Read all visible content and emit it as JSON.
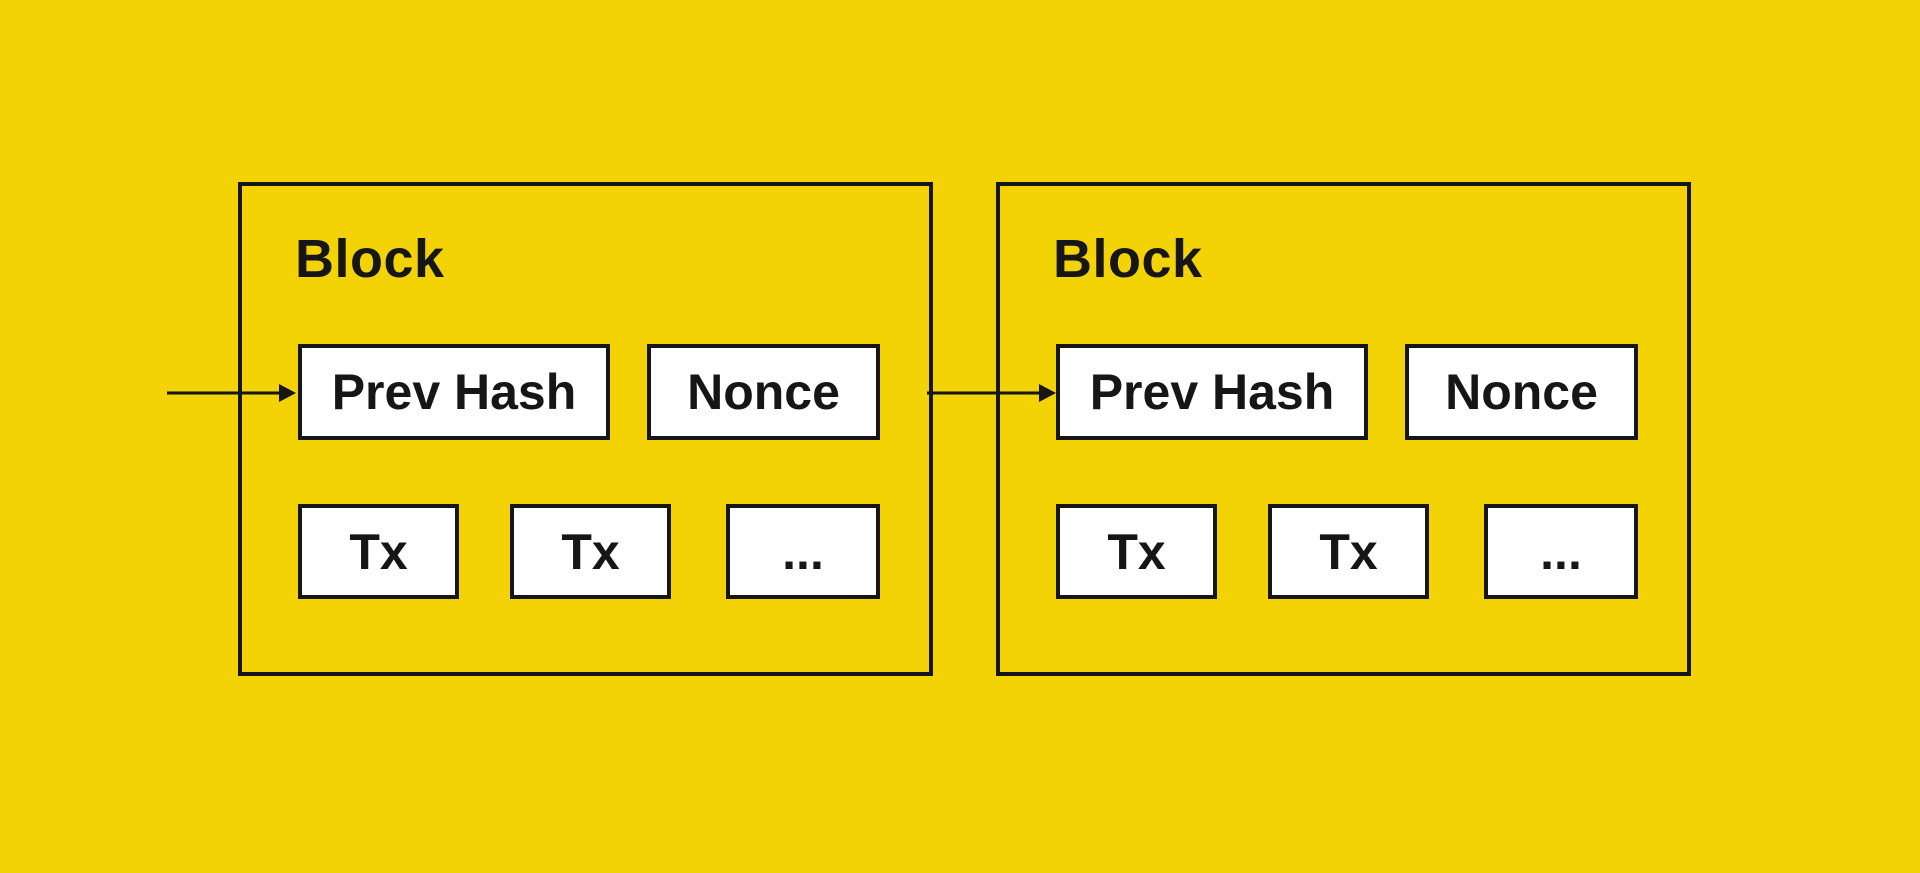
{
  "colors": {
    "background": "#F3D306",
    "line": "#161616",
    "box_fill": "#FFFFFF",
    "text": "#161616"
  },
  "diagram": {
    "type": "blockchain-structure",
    "blocks": [
      {
        "title": "Block",
        "header_fields": [
          {
            "label": "Prev Hash"
          },
          {
            "label": "Nonce"
          }
        ],
        "tx_fields": [
          {
            "label": "Tx"
          },
          {
            "label": "Tx"
          },
          {
            "label": "..."
          }
        ]
      },
      {
        "title": "Block",
        "header_fields": [
          {
            "label": "Prev Hash"
          },
          {
            "label": "Nonce"
          }
        ],
        "tx_fields": [
          {
            "label": "Tx"
          },
          {
            "label": "Tx"
          },
          {
            "label": "..."
          }
        ]
      }
    ],
    "arrows": [
      {
        "name": "incoming-chain-arrow",
        "points_to": "block-1-prev-hash"
      },
      {
        "name": "block-1-to-block-2-arrow",
        "points_to": "block-2-prev-hash"
      }
    ]
  }
}
